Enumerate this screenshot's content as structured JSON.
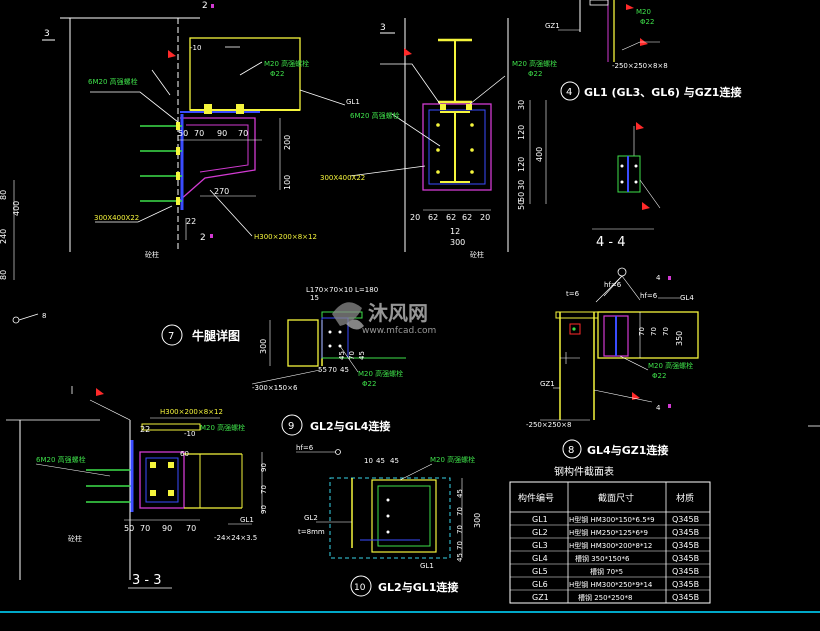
{
  "colors": {
    "bg": "#000000",
    "white": "#ffffff",
    "yellow": "#f5f53c",
    "green": "#3ee04a",
    "cyan": "#37d4e8",
    "magenta": "#d23ad2",
    "blue": "#3a4cff",
    "red": "#ff2a2a",
    "bottom_line": "#00a8c8"
  },
  "labels": {
    "gz1_top": "GZ1",
    "m20_a": "M20",
    "plate_250_top": "-250×250×8×8",
    "d4_num": "4",
    "d4_title": "GL1 (GL3、GL6) 与GZ1连接",
    "sec44": "4 - 4",
    "d7_num": "7",
    "d7_title": "牛腿详图",
    "d8_num": "8",
    "d8_title": "GL4与GZ1连接",
    "d9_num": "9",
    "d9_title": "GL2与GL4连接",
    "d10_num": "10",
    "d10_title": "GL2与GL1连接",
    "sec33": "3 - 3",
    "gl1": "GL1",
    "gl2": "GL2",
    "gl4": "GL4",
    "gz1": "GZ1",
    "h300_a": "H300×200×8×12",
    "h300_b": "H300×200×8×12",
    "plate300x400_a": "300X400X22",
    "plate300x400_b": "300X400X22",
    "bolt6m20_a": "6M20 高强螺栓",
    "bolt6m20_b": "6M20 高强螺栓",
    "bolt6m20_c": "6M20 高强螺栓",
    "m20_b": "M20 高强螺栓",
    "m20_c": "M20 高强螺栓",
    "m20_d": "M20 高强螺栓",
    "m20_e": "M20 高强螺栓",
    "m20_f": "M20 高强螺栓",
    "m20_g": "M20 高强螺栓",
    "m20_h": "M20 高强螺栓",
    "phi22_a": "Φ22",
    "phi22_b": "Φ22",
    "phi22_c": "Φ22",
    "phi22_d": "Φ22",
    "phi22_e": "Φ22",
    "plate10_a": "-10",
    "plate10_b": "-10",
    "column_a": "砼柱",
    "column_b": "砼柱",
    "column_c": "砼柱",
    "angle": "L170×70×10  L=180",
    "plate300x150": "-300×150×6",
    "plate250": "-250×250×8",
    "plate24": "-24×24×3.5",
    "hf6_a": "hf=6",
    "hf6_b": "hf=6",
    "t6": "t=6",
    "t8mm": "t=8mm",
    "twelve": "12",
    "fifteen": "15",
    "three_a": "3",
    "three_b": "3",
    "two_a": "2",
    "two_b": "2",
    "four_a": "4",
    "four_b": "4",
    "eight": "8",
    "dims_d3": [
      "50",
      "70",
      "90",
      "70",
      "200",
      "100",
      "270",
      "22"
    ],
    "dims_d4_bottom": [
      "20",
      "62",
      "62",
      "62",
      "20",
      "300"
    ],
    "dims_d4_right": [
      "30",
      "120",
      "120",
      "30",
      "50",
      "50",
      "400"
    ],
    "dims_left": [
      "80",
      "240",
      "400",
      "80"
    ],
    "dims_d7": [
      "300",
      "45",
      "70",
      "45",
      "55",
      "70",
      "45"
    ],
    "dims_d9": [
      "50",
      "70",
      "90",
      "70",
      "90",
      "90",
      "60",
      "22"
    ],
    "dims_d10": [
      "10",
      "45",
      "45",
      "45",
      "70",
      "70",
      "70",
      "45",
      "300"
    ],
    "dims_d8": [
      "70",
      "70",
      "70",
      "350"
    ]
  },
  "watermark": {
    "brand": "沐风网",
    "url": "www.mfcad.com"
  },
  "table": {
    "title": "钢构件截面表",
    "headers": [
      "构件编号",
      "截面尺寸",
      "材质"
    ],
    "rows": [
      [
        "GL1",
        "H型钢 HM300*150*6.5*9",
        "Q345B"
      ],
      [
        "GL2",
        "H型钢 HM250*125*6*9",
        "Q345B"
      ],
      [
        "GL3",
        "H型钢 HM300*200*8*12",
        "Q345B"
      ],
      [
        "GL4",
        "槽钢 350*150*6",
        "Q345B"
      ],
      [
        "GL5",
        "槽钢 70*5",
        "Q345B"
      ],
      [
        "GL6",
        "H型钢 HM300*250*9*14",
        "Q345B"
      ],
      [
        "GZ1",
        "槽钢 250*250*8",
        "Q345B"
      ]
    ]
  }
}
